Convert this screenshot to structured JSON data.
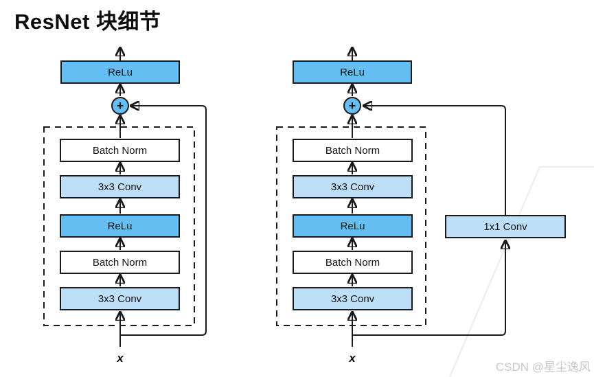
{
  "page": {
    "title": "ResNet 块细节"
  },
  "colors": {
    "bright_blue": "#64BEF2",
    "light_blue": "#BDDFF7",
    "white": "#FFFFFF",
    "line": "#1A1A1A",
    "watermark_text": "#C8C8C8",
    "watermark_line": "#ECECEC"
  },
  "blocks": {
    "left": {
      "output_label": "ReLu",
      "plus_label": "+",
      "stack": [
        {
          "label": "Batch Norm",
          "fill": "white"
        },
        {
          "label": "3x3 Conv",
          "fill": "light_blue"
        },
        {
          "label": "ReLu",
          "fill": "bright_blue"
        },
        {
          "label": "Batch Norm",
          "fill": "white"
        },
        {
          "label": "3x3 Conv",
          "fill": "light_blue"
        }
      ],
      "input_label": "x"
    },
    "right": {
      "output_label": "ReLu",
      "plus_label": "+",
      "stack": [
        {
          "label": "Batch Norm",
          "fill": "white"
        },
        {
          "label": "3x3 Conv",
          "fill": "light_blue"
        },
        {
          "label": "ReLu",
          "fill": "bright_blue"
        },
        {
          "label": "Batch Norm",
          "fill": "white"
        },
        {
          "label": "3x3 Conv",
          "fill": "light_blue"
        }
      ],
      "skip_label": "1x1 Conv",
      "input_label": "x"
    }
  },
  "watermark": {
    "text": "CSDN @星尘逸风"
  }
}
